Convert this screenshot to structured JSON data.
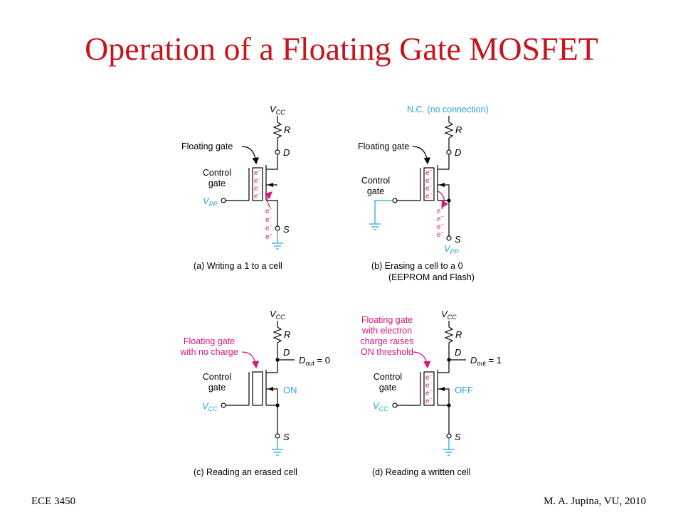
{
  "slide": {
    "title": "Operation of a Floating Gate MOSFET",
    "footer_left": "ECE 3450",
    "footer_right": "M. A. Jupina, VU, 2010"
  },
  "colors": {
    "title": "#c4161c",
    "cyan": "#2aa7d6",
    "magenta": "#d6187a",
    "wire": "#000000"
  },
  "labels": {
    "vcc": "V",
    "vcc_sub": "CC",
    "vpp": "V",
    "vpp_sub": "PP",
    "r": "R",
    "d": "D",
    "s": "S",
    "floating_gate": "Floating gate",
    "control": "Control",
    "gate": "gate",
    "electron": "e",
    "nc": "N.C. (no connection)",
    "dout": "D",
    "dout_sub": "out",
    "dout0": " = 0",
    "dout1": " = 1",
    "on": "ON",
    "off": "OFF",
    "fg_no_charge_1": "Floating gate",
    "fg_no_charge_2": "with no charge",
    "fg_charge_1": "Floating gate",
    "fg_charge_2": "with electron",
    "fg_charge_3": "charge raises",
    "fg_charge_4": "ON threshold"
  },
  "captions": {
    "a": "(a) Writing a 1 to a cell",
    "b1": "(b) Erasing a cell to a 0",
    "b2": "(EEPROM and Flash)",
    "c": "(c) Reading an erased cell",
    "d": "(d) Reading a written cell"
  }
}
